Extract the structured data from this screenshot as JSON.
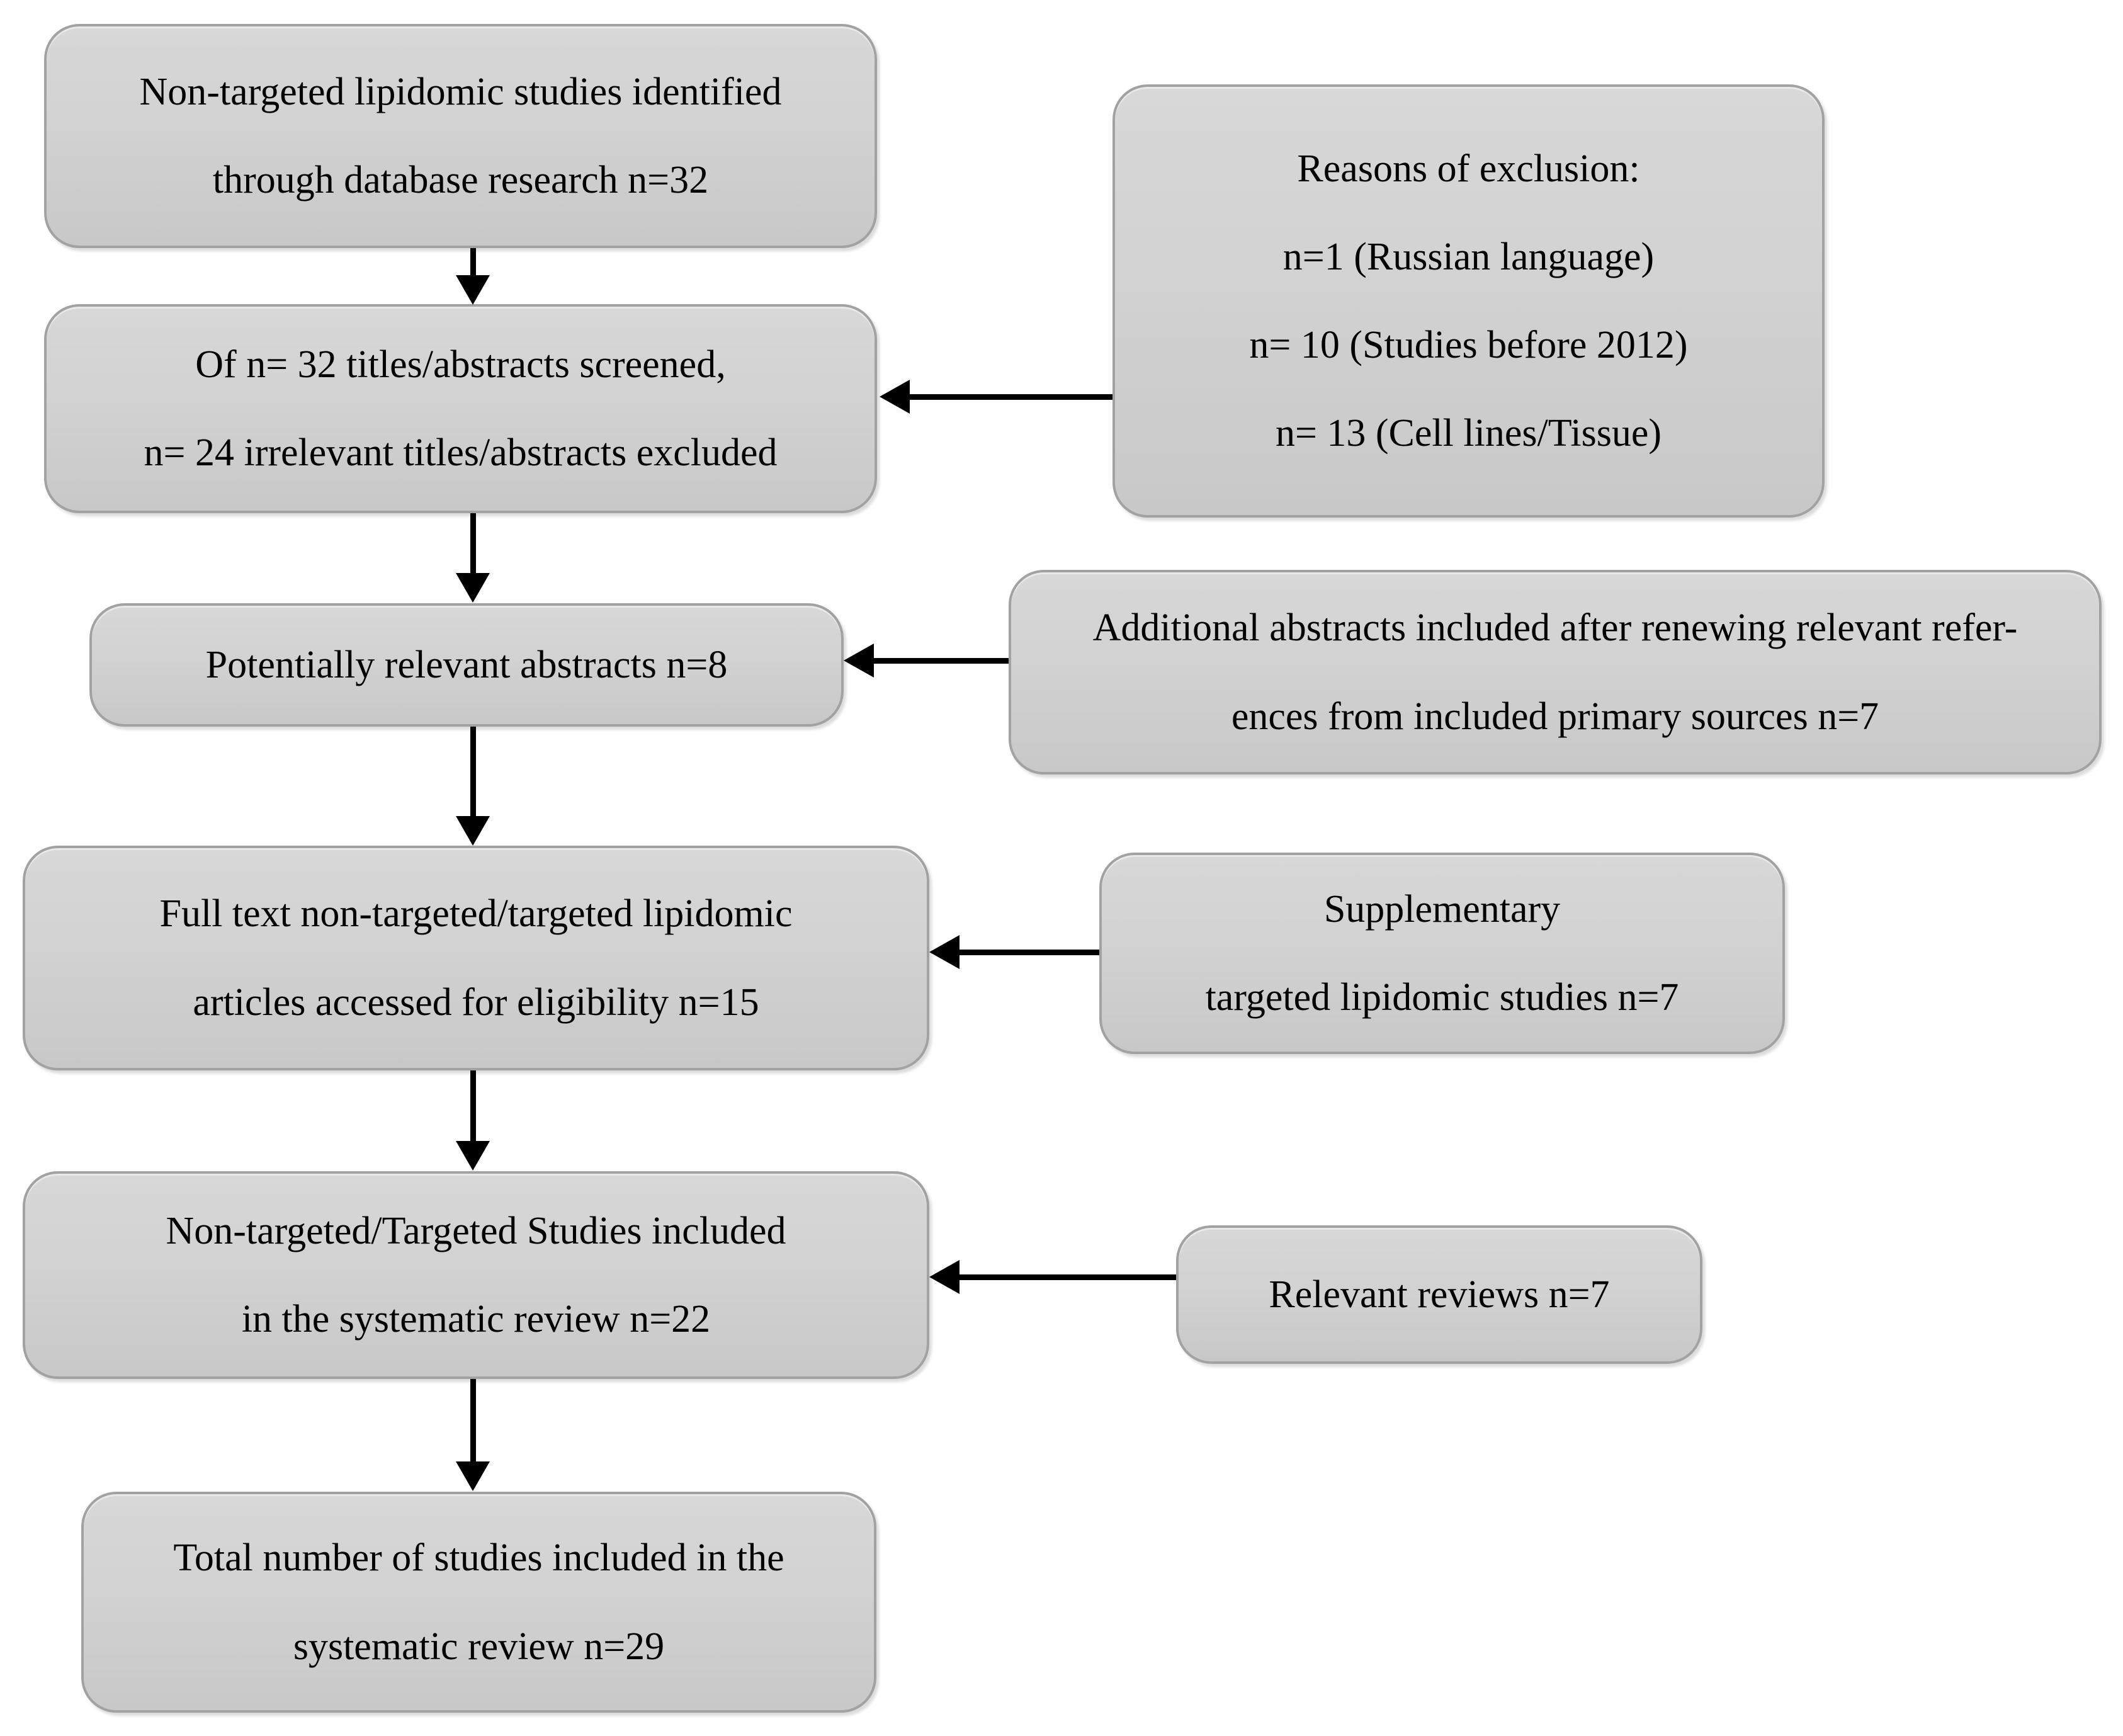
{
  "boxes": {
    "identified": {
      "lines": [
        "Non-targeted lipidomic studies identified",
        "through database research n=32"
      ]
    },
    "screened": {
      "lines": [
        "Of n= 32 titles/abstracts screened,",
        "n= 24 irrelevant titles/abstracts excluded"
      ]
    },
    "exclusion": {
      "lines": [
        "Reasons of exclusion:",
        "n=1 (Russian language)",
        "n= 10 (Studies before 2012)",
        "n= 13 (Cell lines/Tissue)"
      ]
    },
    "relevant_abstracts": {
      "lines": [
        "Potentially relevant abstracts n=8"
      ]
    },
    "additional_abstracts": {
      "lines": [
        "Additional abstracts included after renewing relevant refer-",
        "ences from included primary sources n=7"
      ]
    },
    "full_text": {
      "lines": [
        "Full text non-targeted/targeted lipidomic",
        "articles accessed for eligibility n=15"
      ]
    },
    "supplementary": {
      "lines": [
        "Supplementary",
        "targeted lipidomic studies n=7"
      ]
    },
    "included": {
      "lines": [
        "Non-targeted/Targeted Studies included",
        "in the systematic review n=22"
      ]
    },
    "reviews": {
      "lines": [
        "Relevant reviews n=7"
      ]
    },
    "total": {
      "lines": [
        "Total number of studies included in the",
        "systematic review n=29"
      ]
    }
  },
  "connections": [
    {
      "from": "identified",
      "to": "screened",
      "type": "down-arrow"
    },
    {
      "from": "exclusion",
      "to": "screened",
      "type": "left-arrow"
    },
    {
      "from": "screened",
      "to": "relevant_abstracts",
      "type": "down-arrow"
    },
    {
      "from": "additional_abstracts",
      "to": "relevant_abstracts",
      "type": "left-arrow"
    },
    {
      "from": "relevant_abstracts",
      "to": "full_text",
      "type": "down-arrow"
    },
    {
      "from": "supplementary",
      "to": "full_text",
      "type": "left-arrow"
    },
    {
      "from": "full_text",
      "to": "included",
      "type": "down-arrow"
    },
    {
      "from": "reviews",
      "to": "included",
      "type": "left-arrow"
    },
    {
      "from": "included",
      "to": "total",
      "type": "down-arrow"
    }
  ],
  "colors": {
    "box_fill_top": "#d8d8d8",
    "box_fill_bottom": "#c8c8c8",
    "box_border": "#a2a2a2",
    "arrow": "#000000",
    "text": "#000000",
    "background": "#ffffff"
  }
}
